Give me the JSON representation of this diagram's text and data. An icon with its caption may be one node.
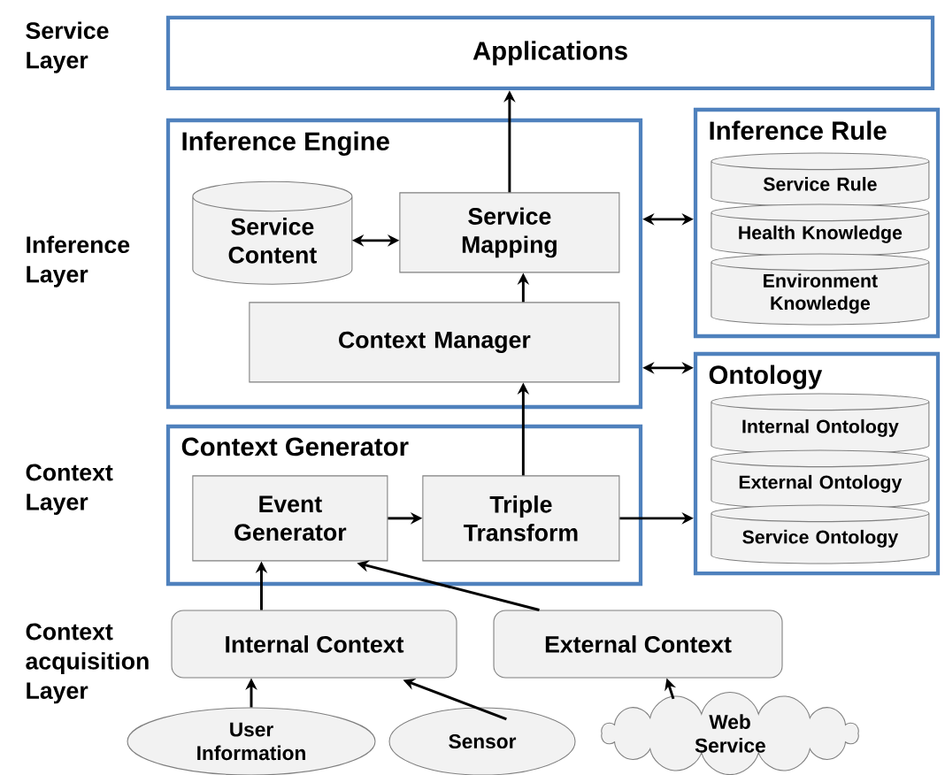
{
  "diagram": {
    "nodes": [
      {
        "text": [
          "Applications"
        ]
      },
      {
        "text": [
          "Inference Engine"
        ]
      },
      {
        "text": [
          "Service Content"
        ],
        "in": 1
      },
      {
        "text": [
          "Service Mapping"
        ],
        "in": 1
      },
      {
        "text": [
          "Context Manager"
        ],
        "in": 1
      },
      {
        "text": [
          "Inference Rule"
        ]
      },
      {
        "text": [
          "Service Rule"
        ],
        "in": 5
      },
      {
        "text": [
          "Health Knowledge"
        ],
        "in": 5
      },
      {
        "text": [
          "Environment Knowledge"
        ],
        "in": 5
      },
      {
        "text": [
          "Ontology"
        ]
      },
      {
        "text": [
          "Internal Ontology"
        ],
        "in": 9
      },
      {
        "text": [
          "External Ontology"
        ],
        "in": 9
      },
      {
        "text": [
          "Service Ontology"
        ],
        "in": 9
      },
      {
        "text": [
          "Context Generator"
        ]
      },
      {
        "text": [
          "Event Generator"
        ],
        "in": 13
      },
      {
        "text": [
          "Triple Transform"
        ],
        "in": 13
      },
      {
        "text": [
          "Internal Context"
        ]
      },
      {
        "text": [
          "External Context"
        ]
      },
      {
        "text": [
          "User Information"
        ]
      },
      {
        "text": [
          "Sensor"
        ]
      },
      {
        "text": [
          "Web Service"
        ]
      }
    ],
    "edges": [
      {
        "from": 3,
        "to": 0,
        "arrow": "to"
      },
      {
        "from": 2,
        "to": 3,
        "arrow": "both"
      },
      {
        "from": 4,
        "to": 3,
        "arrow": "to"
      },
      {
        "from": 15,
        "to": 4,
        "arrow": "to"
      },
      {
        "from": 1,
        "to": 5,
        "arrow": "both"
      },
      {
        "from": 1,
        "to": 9,
        "arrow": "both"
      },
      {
        "from": 15,
        "to": 9,
        "arrow": "to"
      },
      {
        "from": 14,
        "to": 15,
        "arrow": "to"
      },
      {
        "from": 16,
        "to": 14,
        "arrow": "to"
      },
      {
        "from": 17,
        "to": 14,
        "arrow": "to"
      },
      {
        "from": 18,
        "to": 16,
        "arrow": "to"
      },
      {
        "from": 19,
        "to": 16,
        "arrow": "to"
      },
      {
        "from": 20,
        "to": 17,
        "arrow": "to"
      }
    ],
    "labels": [
      "Service Layer",
      "Inference Layer",
      "Context Layer",
      "Context acquisition Layer"
    ]
  }
}
